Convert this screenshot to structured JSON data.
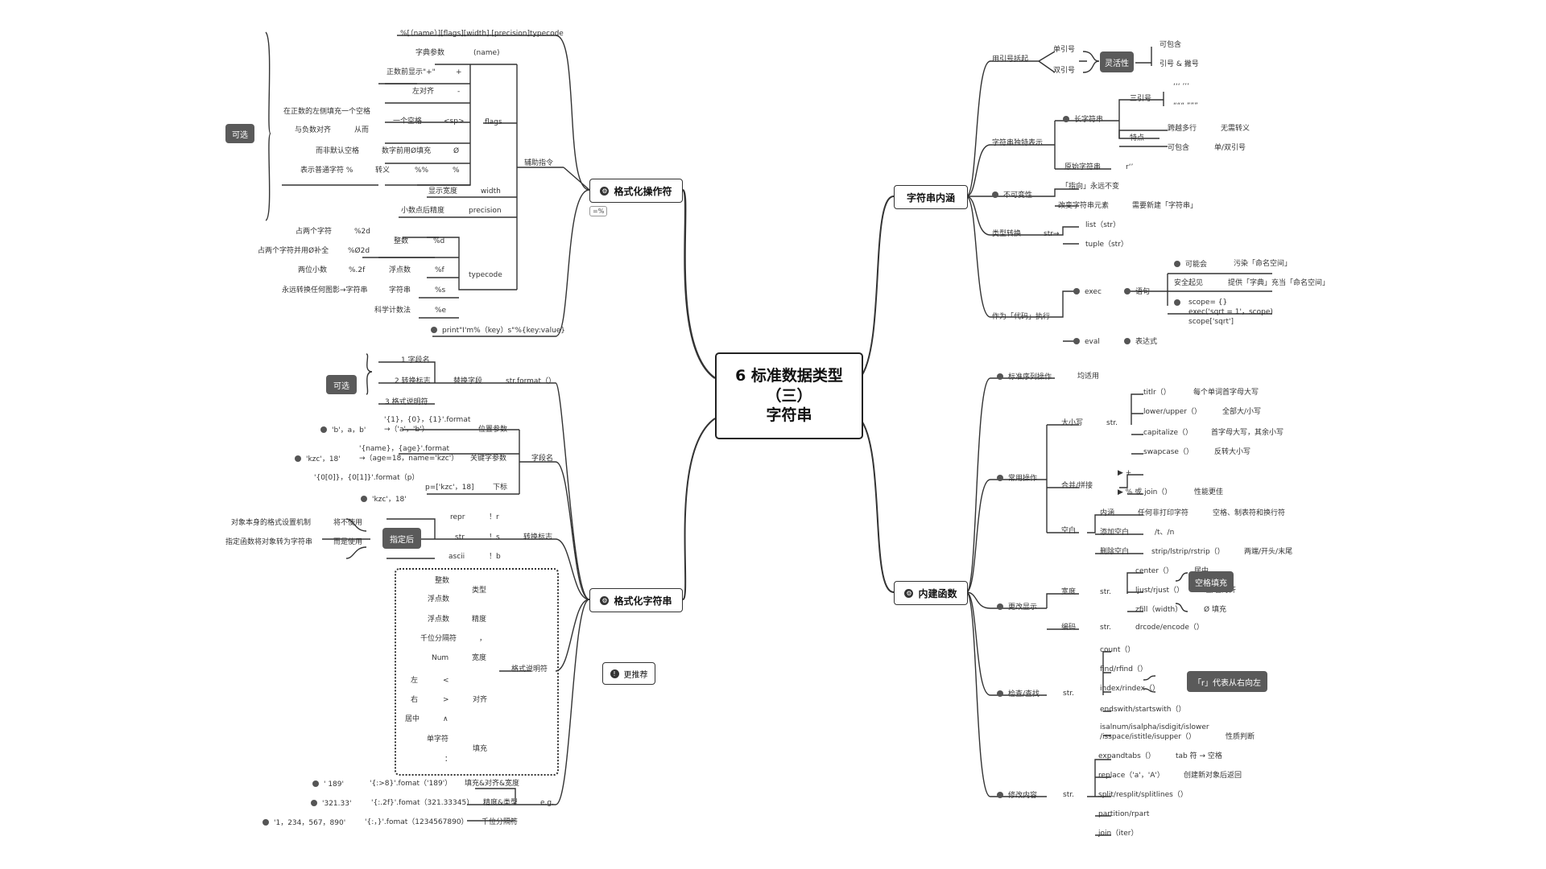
{
  "root": {
    "line1": "6 标准数据类型",
    "line2": "（三）",
    "line3": "字符串"
  },
  "main": {
    "fmt_op": "格式化操作符",
    "fmt_str": "格式化字符串",
    "connotation": "字符串内涵",
    "builtin": "内建函数",
    "recommend": "更推荐",
    "eq_percent": "=%"
  },
  "op": {
    "syntax": "%[（name）][flags][width].[precision]typecode",
    "aux": "辅助指令",
    "optional": "可选",
    "dict_param": "字典参数",
    "name": "(name)",
    "flags": "flags",
    "plus_desc": "正数前显示\"+\"",
    "plus": "+",
    "left_desc": "左对齐",
    "minus": "-",
    "space_desc1": "在正数的左侧填充一个空格",
    "space_desc2": "与负数对齐",
    "cong": "从而",
    "space": "一个空格",
    "sp": "<sp>",
    "zero_desc1": "而非默认空格",
    "zero_desc2": "数字前用Ø填充",
    "zero": "Ø",
    "pct_desc": "表示普通字符 %",
    "escape": "转义",
    "pctpct": "%%",
    "pct": "%",
    "width_desc": "显示宽度",
    "width": "width",
    "prec_desc": "小数点后精度",
    "precision": "precision",
    "typecode": "typecode",
    "int": "整数",
    "d": "%d",
    "two_char": "占两个字符",
    "p2d": "%2d",
    "two_zero": "占两个字符并用Ø补全",
    "p02d": "%Ø2d",
    "float": "浮点数",
    "f": "%f",
    "two_dec": "两位小数",
    "p2f": "%.2f",
    "string": "字符串",
    "s": "%s",
    "any_conv": "永远转换任何图影→字符串",
    "sci": "科学计数法",
    "e": "%e",
    "example": "print\"I'm%（key）s\"%{key:value}"
  },
  "fs": {
    "replace": "替换字段",
    "call": "str.format（）",
    "optional": "可选",
    "r1": "1  字段名",
    "r2": "2  转换标志",
    "r3": "3  格式说明符",
    "fieldname": "字段名",
    "pos": "位置参数",
    "pos_code1": "'{1}，{0}，{1}'.format",
    "pos_code2": "→（'a'，'b'）",
    "pos_res": "'b'，a，b'",
    "kw": "关键字参数",
    "kw_code1": "'{name}，{age}'.format",
    "kw_code2": "→（age=18，name='kzc'）",
    "kw_res": "'kzc'，18'",
    "idx": "下标",
    "idx_code1": "'{0[0]}，{0[1]}'.format（p）",
    "idx_code2": "p=['kzc'，18]",
    "idx_res": "'kzc'，18'",
    "conv": "转换标志",
    "after": "指定后",
    "repr": "repr",
    "repr_f": "！r",
    "str": "str",
    "str_f": "！s",
    "ascii": "ascii",
    "ascii_f": "！b",
    "no_use": "将不使用",
    "obj_mech": "对象本身的格式设置机制",
    "but_use": "而是使用",
    "func_conv": "指定函数将对象转为字符串",
    "spec": "格式说明符",
    "type": "类型",
    "t_int": "整数",
    "t_float": "浮点数",
    "precision": "精度",
    "p_float": "浮点数",
    "thousands": "千位分隔符",
    "comma": "，",
    "width": "宽度",
    "num": "Num",
    "align": "对齐",
    "left": "左",
    "lt": "<",
    "right": "右",
    "gt": ">",
    "mid": "居中",
    "caret": "∧",
    "fill": "填充",
    "single": "单字符",
    "colon": "：",
    "eg": "e.g.",
    "e1_res": "' 189'",
    "e1_code": "'{:>8}'.fomat（'189'）",
    "e1_desc": "填充&对齐&宽度",
    "e2_res": "'321.33'",
    "e2_code": "'{:.2f}'.fomat（321.33345）",
    "e2_desc": "精度&类型",
    "e3_res": "'1，234，567，890'",
    "e3_code": "'{:，}'.fomat（1234567890）",
    "e3_desc": "千位分隔符"
  },
  "cn": {
    "quotes": "用引号括起",
    "single": "单引号",
    "double": "双引号",
    "flex": "灵活性",
    "can_contain": "可包含",
    "q_apos": "引号 & 撇号",
    "unique": "字符串独特表示",
    "long": "长字符串",
    "triple": "三引号",
    "feature": "特点",
    "tq1": "‘‘‘  ’’’",
    "tq2": "“““  ”””",
    "cross": "跨越多行",
    "no_escape": "无需转义",
    "can_contain2": "可包含",
    "sd_quote": "单/双引号",
    "raw": "原始字符串",
    "r": "r‘’",
    "immut": "不可变性",
    "ptr": "「指向」永远不变",
    "change": "改变字符串元素",
    "need_new": "需要新建「字符串」",
    "conv": "类型转换",
    "str_arrow": "str→",
    "list": "list（str）",
    "tuple": "tuple（str）",
    "as_code": "作为「代码」执行",
    "exec": "exec",
    "stmt": "语句",
    "eval": "eval",
    "expr": "表达式",
    "may": "可能会",
    "pollute": "污染「命名空间」",
    "safe": "安全起见",
    "provide": "提供「字典」充当「命名空间」",
    "scope1": "scope=  {}",
    "scope2": "exec('sqrt = 1'，scope)",
    "scope3": "scope['sqrt']"
  },
  "bi": {
    "seq": "标准序列操作",
    "all": "均适用",
    "common": "常用操作",
    "case": "大小写",
    "str": "str.",
    "titlr": "titlr（）",
    "titlr_d": "每个单词首字母大写",
    "lu": "lower/upper（）",
    "lu_d": "全部大/小写",
    "cap": "capitalize（）",
    "cap_d": "首字母大写，其余小写",
    "swap": "swapcase（）",
    "swap_d": "反转大小写",
    "concat": "合并/拼接",
    "plus": "+",
    "pj": "% 或 join（）",
    "perf": "性能更佳",
    "ws": "空白",
    "meaning": "内涵",
    "any_print": "任何非打印字符",
    "ws_d": "空格、制表符和换行符",
    "add_ws": "添加空白",
    "tn": "/t、/n",
    "del_ws": "删除空白",
    "strip": "strip/lstrip/rstrip（）",
    "strip_d": "两端/开头/末尾",
    "display": "更改显示",
    "width": "宽度",
    "center": "center（）",
    "center_d": "居中",
    "lj": "ljust/rjust（）",
    "lj_d": "左/右对齐",
    "zf": "zfill（width）",
    "zf_d": "Ø 填充",
    "pad": "空格填充",
    "enc": "编码",
    "enc_f": "drcode/encode（）",
    "check": "检查/查找",
    "count": "count（）",
    "find": "find/rfind（）",
    "index": "index/rindex（）",
    "rnote": "「r」代表从右向左",
    "ends": "endswith/startswith（）",
    "isal1": "isalnum/isalpha/isdigit/islower",
    "isal2": "/isspace/istitle/isupper（）",
    "nature": "性质判断",
    "modify": "修改内容",
    "expand": "expandtabs（）",
    "expand_d": "tab 符 → 空格",
    "repl": "replace（'a'，'A'）",
    "repl_d": "创建新对象后返回",
    "split": "split/resplit/splitlines（）",
    "part": "partition/rpart",
    "join": "join（iter）"
  }
}
